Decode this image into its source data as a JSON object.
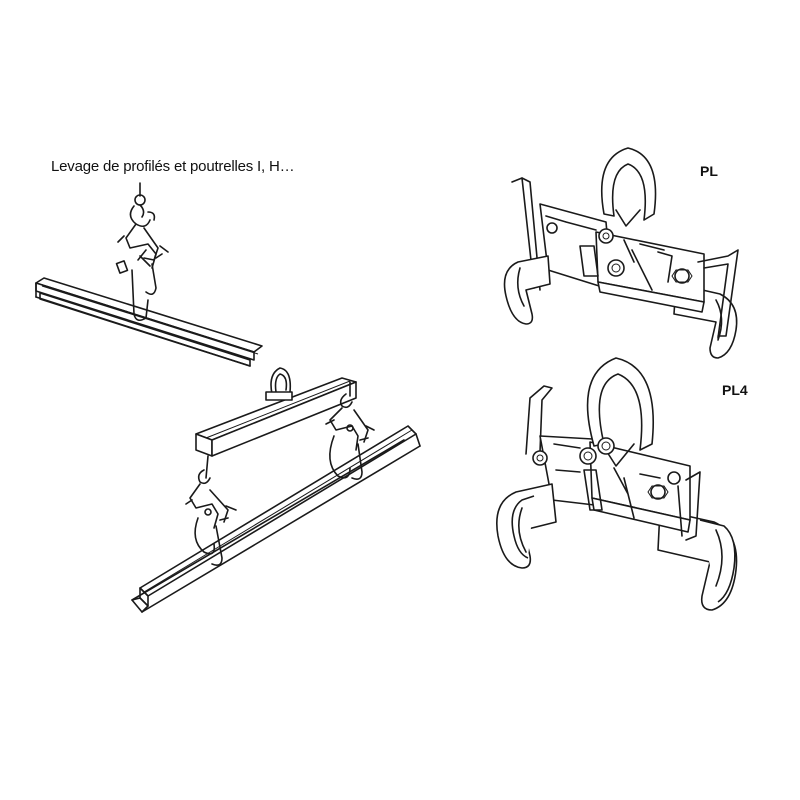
{
  "caption": "Levage de profilés et poutrelles I, H…",
  "models": {
    "pl": "PL",
    "pl4": "PL4"
  },
  "icons": {
    "single_lift": "hoist-hook-with-clamp-on-beam",
    "double_lift": "spreader-beam-with-two-clamps-on-beam",
    "clamp_pl": "lifting-clamp-pl",
    "clamp_pl4": "lifting-clamp-pl4"
  },
  "colors": {
    "ink": "#1a1a1a",
    "background": "#ffffff"
  }
}
